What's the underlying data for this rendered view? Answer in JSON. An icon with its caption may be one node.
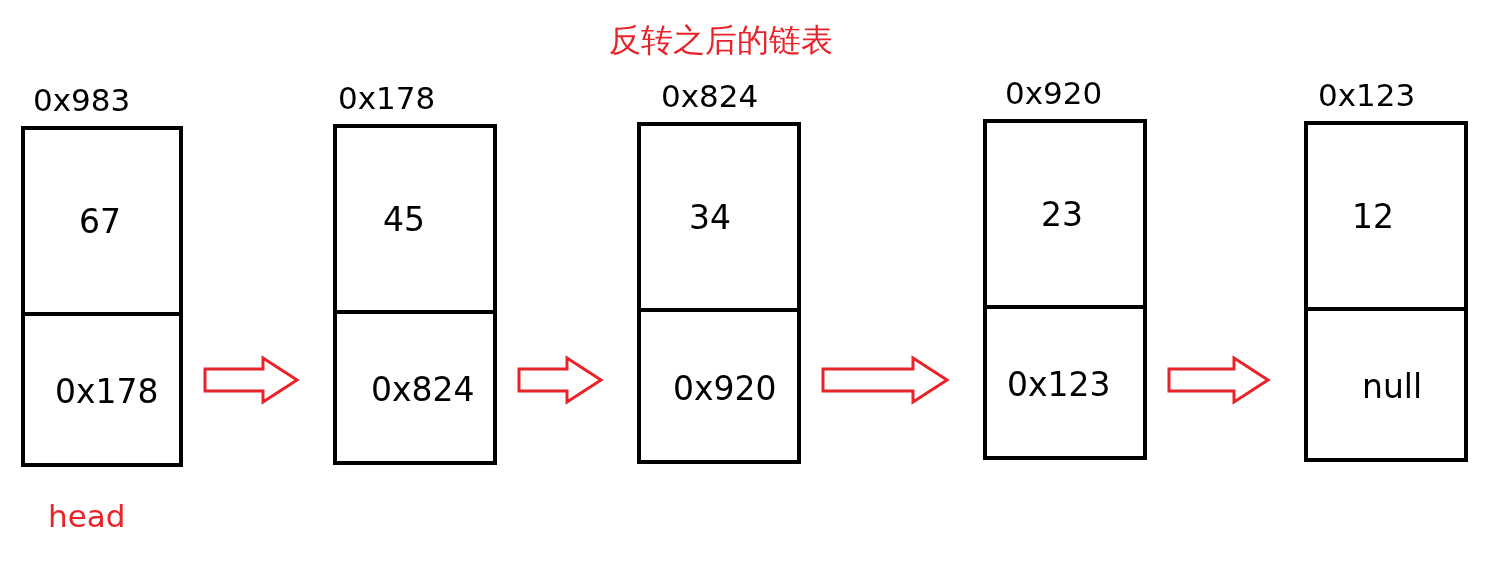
{
  "diagram": {
    "title": "反转之后的链表",
    "nodes": [
      {
        "text": [
          "0x983",
          "67",
          "0x178"
        ]
      },
      {
        "text": [
          "0x178",
          "45",
          "0x824"
        ]
      },
      {
        "text": [
          "0x824",
          "34",
          "0x920"
        ]
      },
      {
        "text": [
          "0x920",
          "23",
          "0x123"
        ]
      },
      {
        "text": [
          "0x123",
          "12",
          "null"
        ]
      }
    ],
    "edges": [
      {
        "from": 0,
        "to": 1,
        "arrow": "to"
      },
      {
        "from": 1,
        "to": 2,
        "arrow": "to"
      },
      {
        "from": 2,
        "to": 3,
        "arrow": "to"
      },
      {
        "from": 3,
        "to": 4,
        "arrow": "to"
      }
    ],
    "labels": [
      "head"
    ]
  }
}
